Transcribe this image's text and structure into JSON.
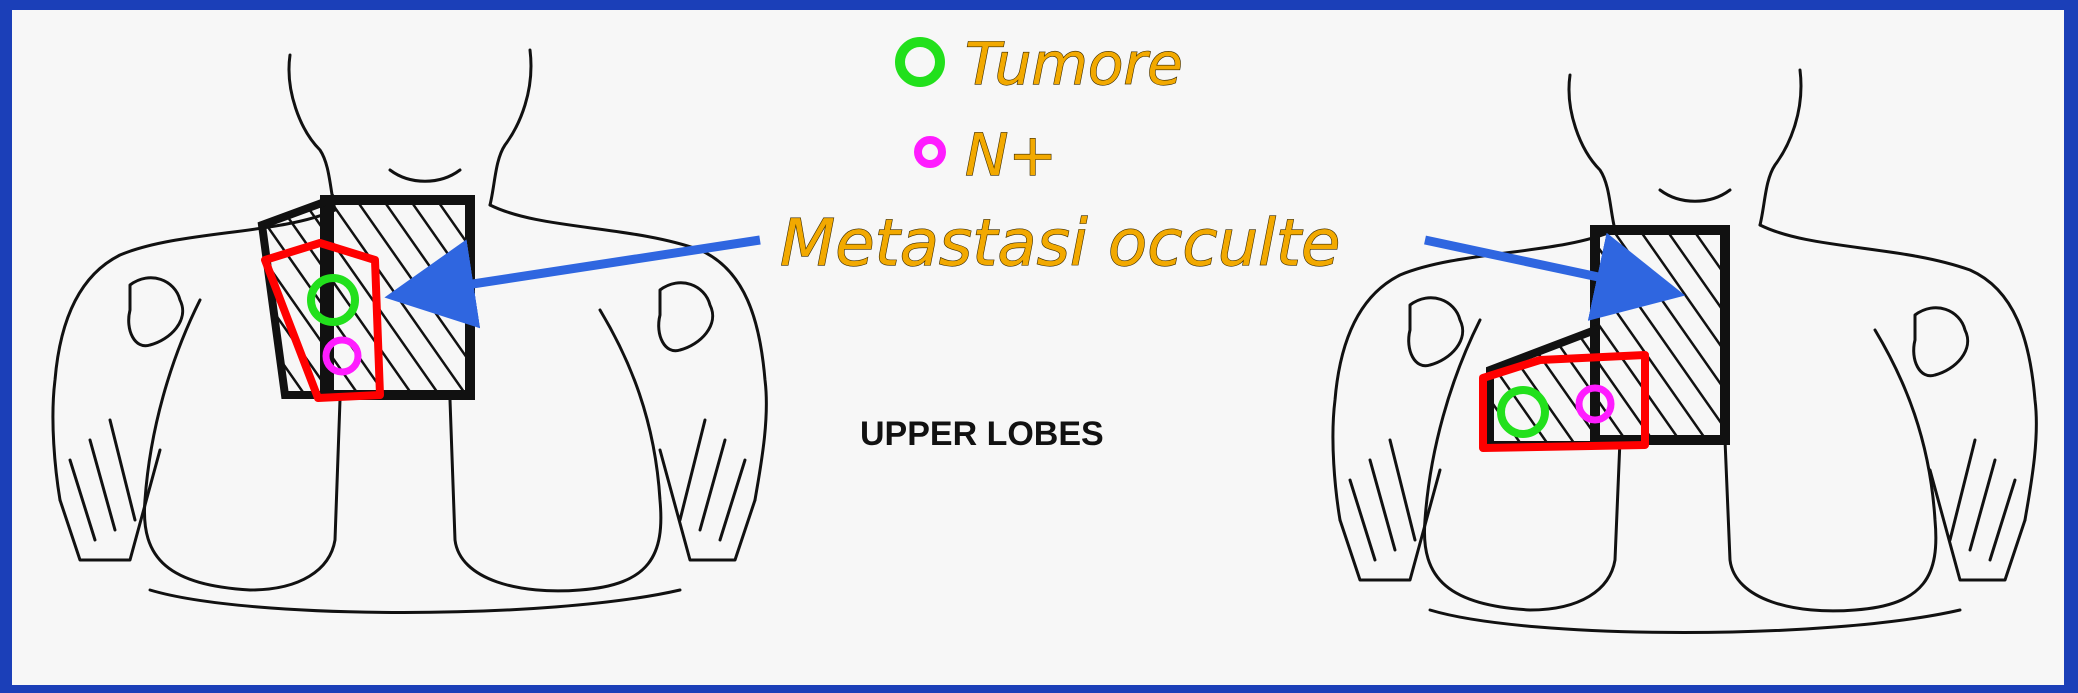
{
  "legend": {
    "tumor_label": "Tumore",
    "node_label": "N+",
    "occult_label": "Metastasi occulte"
  },
  "caption": "UPPER LOBES",
  "colors": {
    "slide_border": "#1b3fb8",
    "background": "#f7f7f7",
    "tumor_marker": "#22e01c",
    "node_marker": "#ff1cff",
    "region_outline": "#ff0000",
    "arrow": "#2f66e0",
    "legend_text": "#f2a900"
  },
  "figures": [
    {
      "side": "left",
      "description_marker": "tumor-and-node-in-right-upper-lobe"
    },
    {
      "side": "right",
      "description_marker": "tumor-and-node-in-left-upper-lobe"
    }
  ]
}
